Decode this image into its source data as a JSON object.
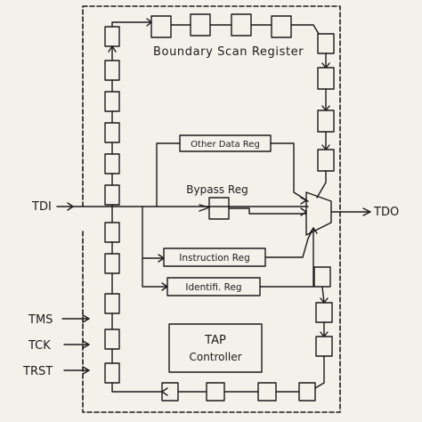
{
  "diagram": {
    "inputs": {
      "tdi": "TDI",
      "tms": "TMS",
      "tck": "TCK",
      "trst": "TRST"
    },
    "outputs": {
      "tdo": "TDO"
    },
    "registers": {
      "boundary_scan": "Boundary Scan Register",
      "other_data": "Other Data Reg",
      "bypass": "Bypass Reg",
      "instruction": "Instruction Reg",
      "identification": "Identifi. Reg"
    },
    "controller": {
      "line1": "TAP",
      "line2": "Controller"
    },
    "colors": {
      "ink": "#1b1b1b",
      "paper": "#f4f1ea"
    }
  }
}
